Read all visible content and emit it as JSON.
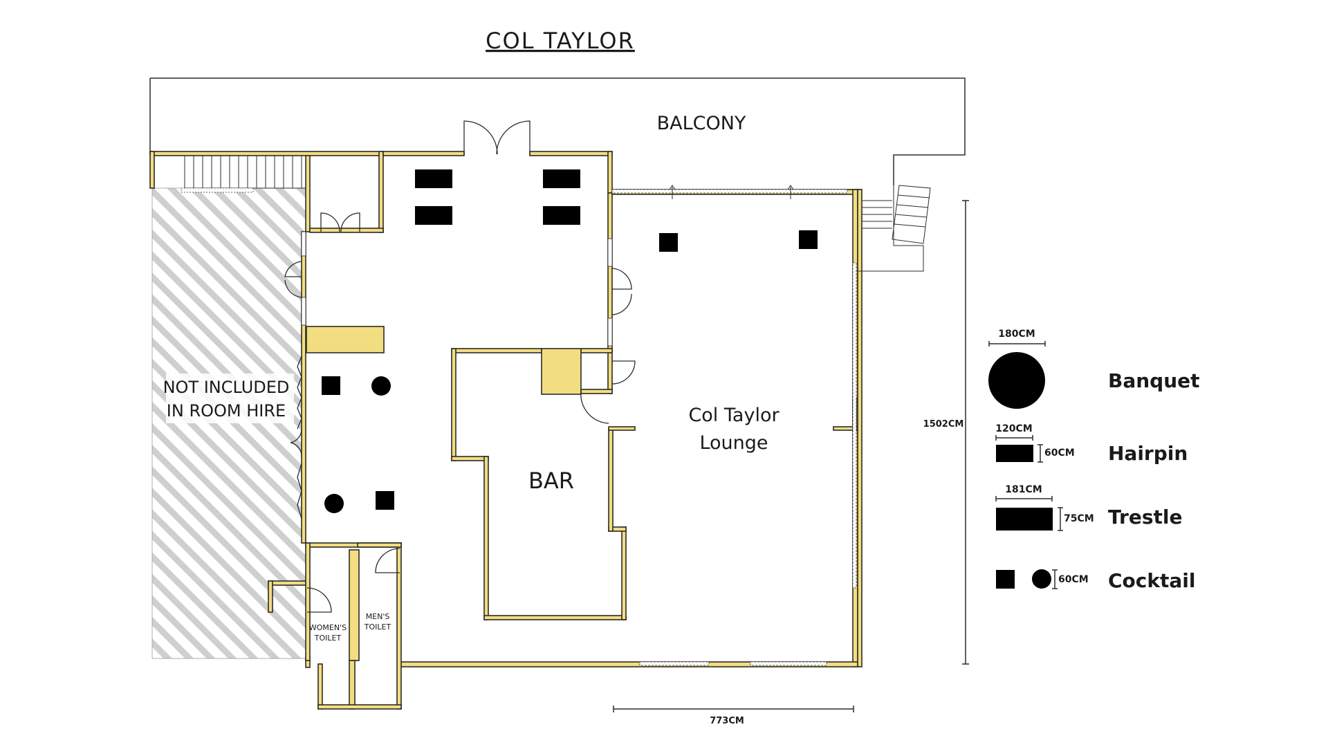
{
  "title": "COL TAYLOR",
  "rooms": {
    "balcony": "BALCONY",
    "not_included_line1": "NOT INCLUDED",
    "not_included_line2": "IN ROOM HIRE",
    "bar": "BAR",
    "lounge_line1": "Col Taylor",
    "lounge_line2": "Lounge",
    "womens_line1": "WOMEN'S",
    "womens_line2": "TOILET",
    "mens_line1": "MEN'S",
    "mens_line2": "TOILET"
  },
  "dimensions": {
    "height": "1502CM",
    "width": "773CM"
  },
  "legend": {
    "banquet": {
      "name": "Banquet",
      "size": "180CM"
    },
    "hairpin": {
      "name": "Hairpin",
      "length": "120CM",
      "depth": "60CM"
    },
    "trestle": {
      "name": "Trestle",
      "length": "181CM",
      "depth": "75CM"
    },
    "cocktail": {
      "name": "Cocktail",
      "size": "60CM"
    }
  },
  "colors": {
    "wall": "#f2dd80",
    "hatch": "#cfcfcf",
    "furniture": "#000000"
  }
}
